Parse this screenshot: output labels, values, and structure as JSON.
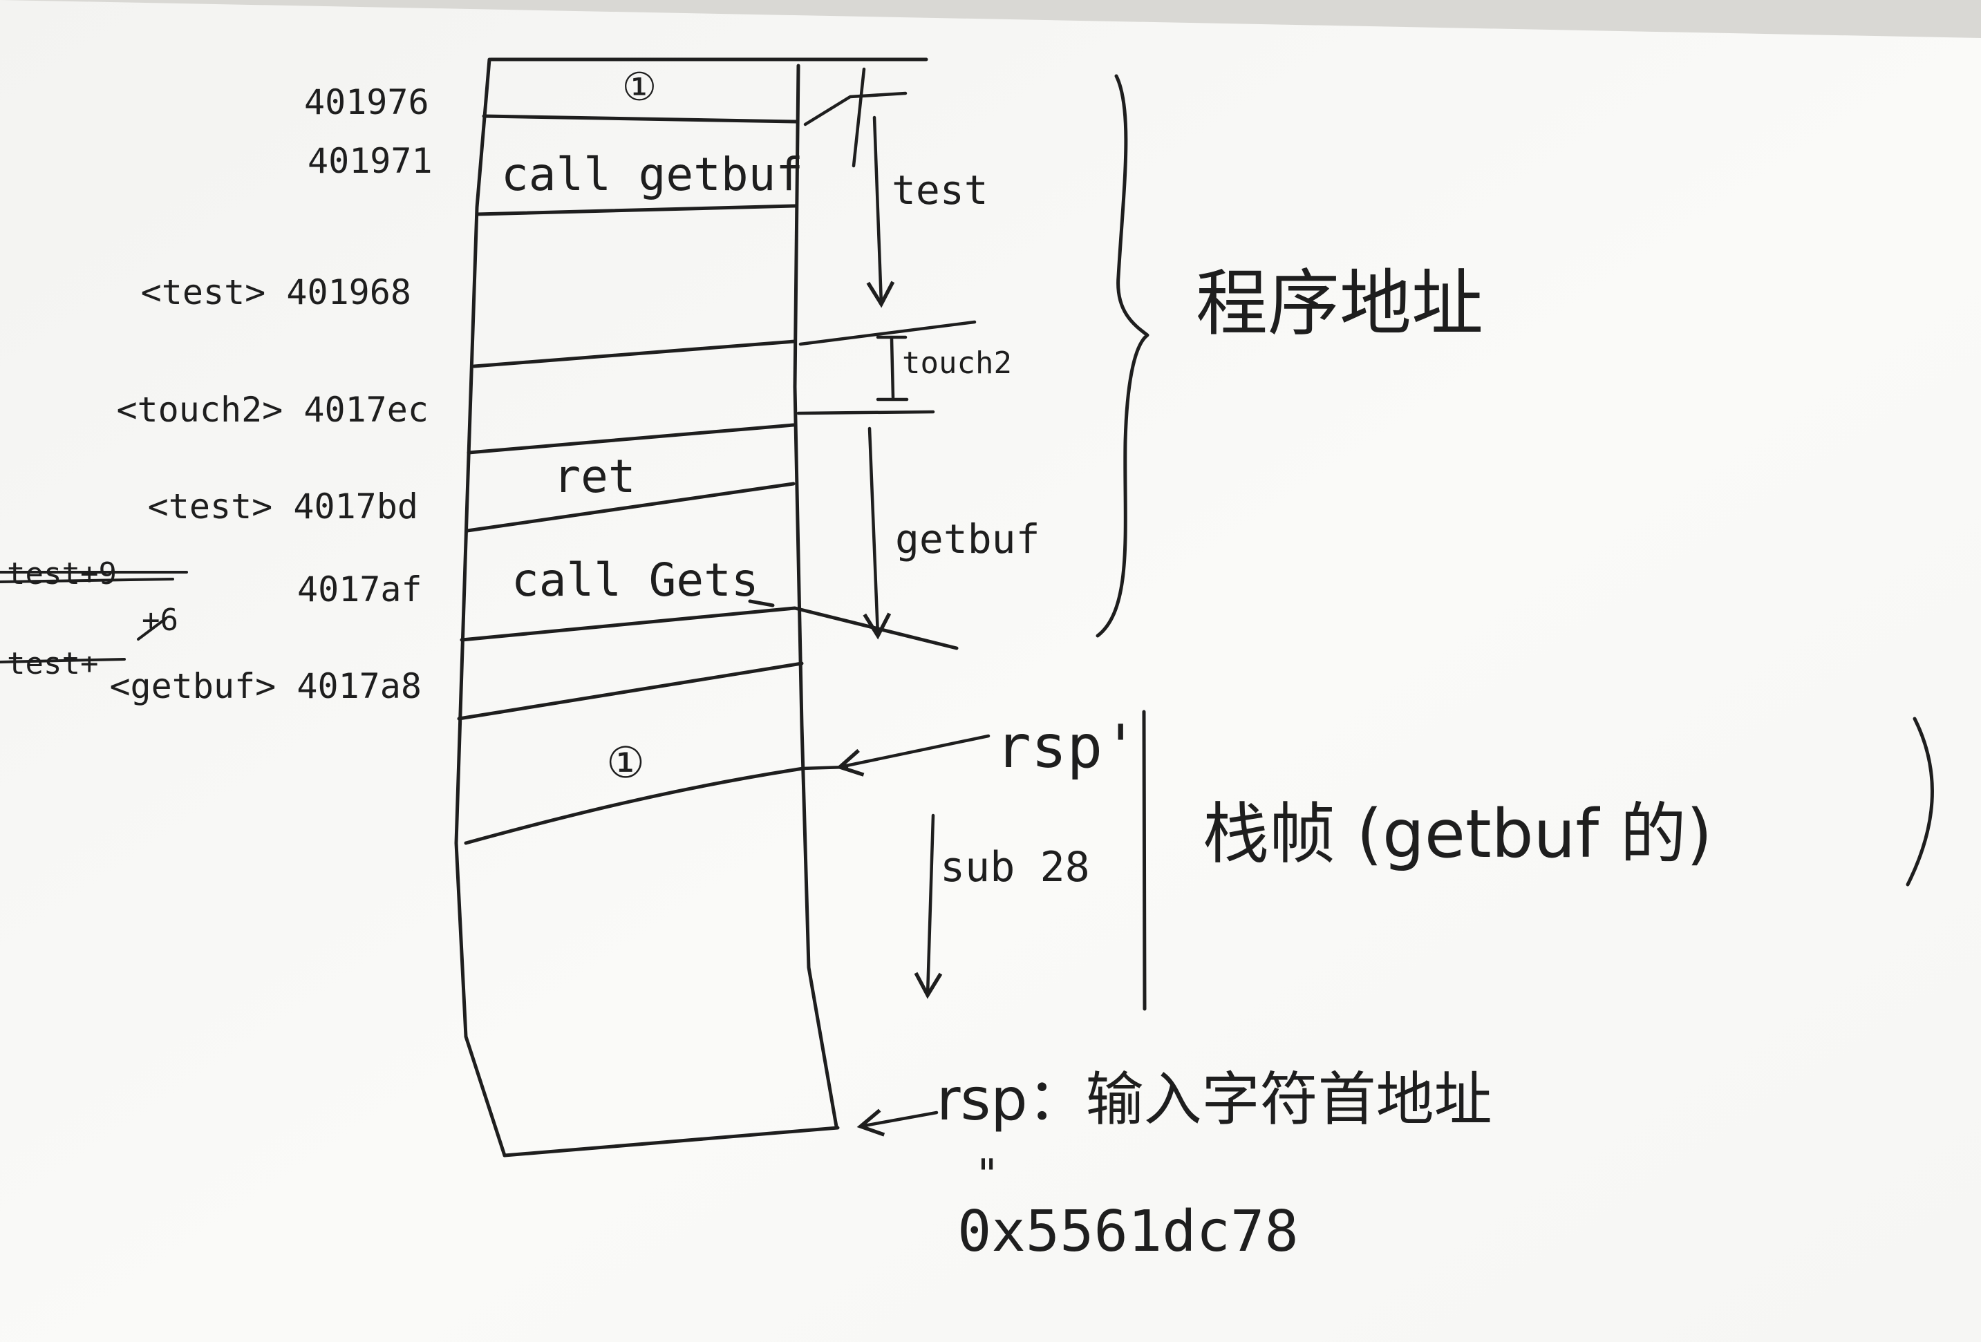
{
  "stack": {
    "top_mark": "①",
    "call_getbuf": "call getbuf",
    "ret": "ret",
    "call_gets": "call Gets",
    "bottom_mark": "①"
  },
  "addresses": {
    "a1": "401976",
    "a2": "401971",
    "a3": "<test> 401968",
    "a4": "<touch2> 4017ec",
    "a5": "<test> 4017bd",
    "a6": "4017af",
    "a7": "<getbuf> 4017a8"
  },
  "struck": {
    "s1": "test+9",
    "s2": "+6",
    "s3": "test+"
  },
  "frames": {
    "test": "test",
    "touch2": "touch2",
    "getbuf": "getbuf"
  },
  "braces": {
    "upper": "程序地址",
    "lower": "栈帧 (getbuf 的)"
  },
  "rsp": {
    "label1": "rsp'",
    "sub": "sub 28",
    "label2": "rsp：输入字符首地址",
    "ditto": "\"",
    "value": "0x5561dc78"
  }
}
